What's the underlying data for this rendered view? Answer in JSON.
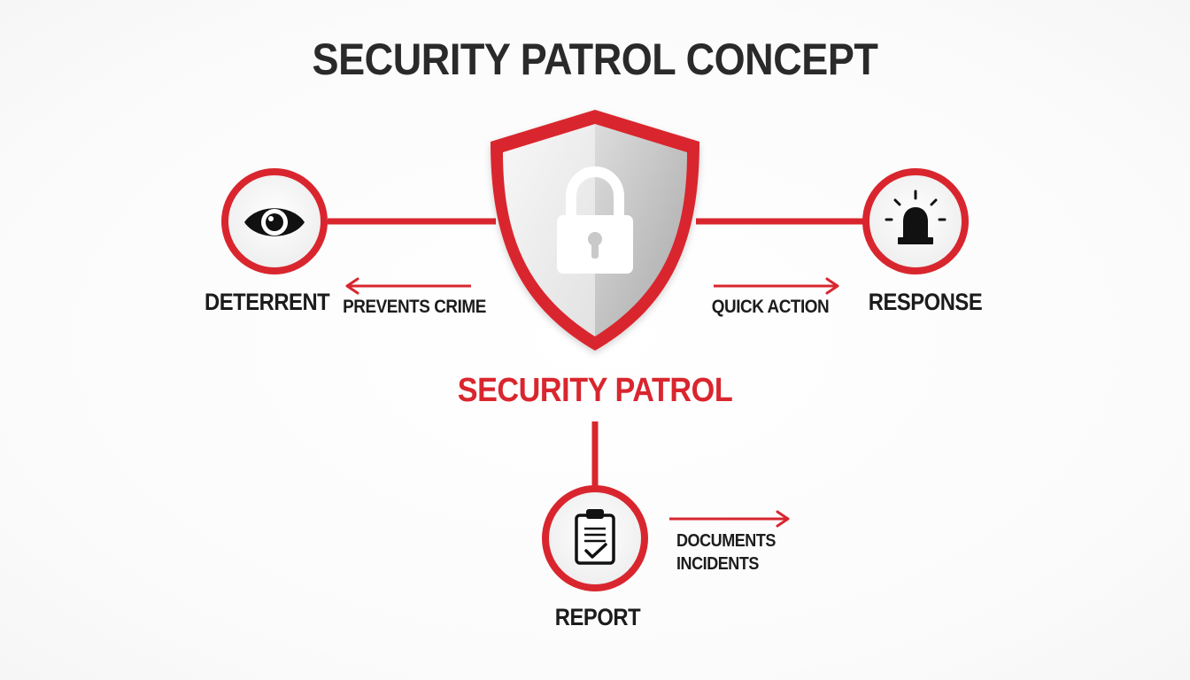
{
  "title": "SECURITY PATROL CONCEPT",
  "center": {
    "label": "SECURITY PATROL",
    "icon": "shield-lock-icon"
  },
  "nodes": {
    "deterrent": {
      "label": "DETERRENT",
      "icon": "eye-icon",
      "arrow_text": "PREVENTS CRIME"
    },
    "response": {
      "label": "RESPONSE",
      "icon": "siren-icon",
      "arrow_text": "QUICK ACTION"
    },
    "report": {
      "label": "REPORT",
      "icon": "clipboard-check-icon",
      "arrow_text_line1": "DOCUMENTS",
      "arrow_text_line2": "INCIDENTS"
    }
  },
  "colors": {
    "accent": "#d9262e",
    "text": "#1c1c1c",
    "title": "#2a2a2a"
  }
}
